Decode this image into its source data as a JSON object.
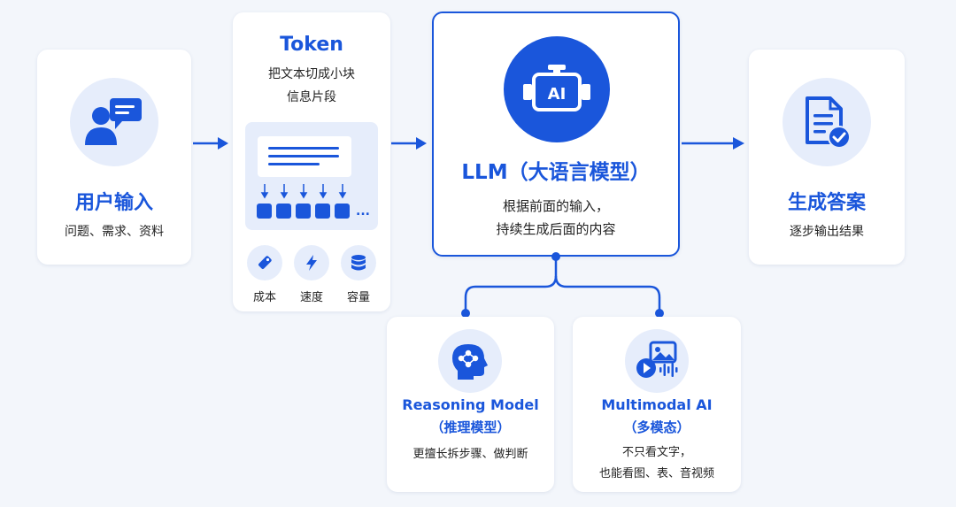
{
  "user_input": {
    "title": "用户输入",
    "desc": "问题、需求、资料",
    "icon": "user-chat-icon"
  },
  "token": {
    "title": "Token",
    "desc_line1": "把文本切成小块",
    "desc_line2": "信息片段",
    "ellipsis": "...",
    "features": [
      {
        "label": "成本",
        "icon": "tag-icon"
      },
      {
        "label": "速度",
        "icon": "lightning-icon"
      },
      {
        "label": "容量",
        "icon": "database-icon"
      }
    ]
  },
  "llm": {
    "title": "LLM（大语言模型）",
    "icon_text": "AI",
    "icon": "engine-ai-icon",
    "desc_line1": "根据前面的输入，",
    "desc_line2": "持续生成后面的内容"
  },
  "answer": {
    "title": "生成答案",
    "desc": "逐步输出结果",
    "icon": "document-check-icon"
  },
  "reasoning": {
    "title_line1": "Reasoning Model",
    "title_line2": "（推理模型）",
    "desc": "更擅长拆步骤、做判断",
    "icon": "brain-head-icon"
  },
  "multimodal": {
    "title_line1": "Multimodal AI",
    "title_line2": "（多模态）",
    "desc_line1": "不只看文字，",
    "desc_line2": "也能看图、表、音视频",
    "icon": "media-icon"
  },
  "colors": {
    "accent": "#1a56db",
    "icon_bg": "#e6edfb",
    "background": "#f3f6fb"
  }
}
